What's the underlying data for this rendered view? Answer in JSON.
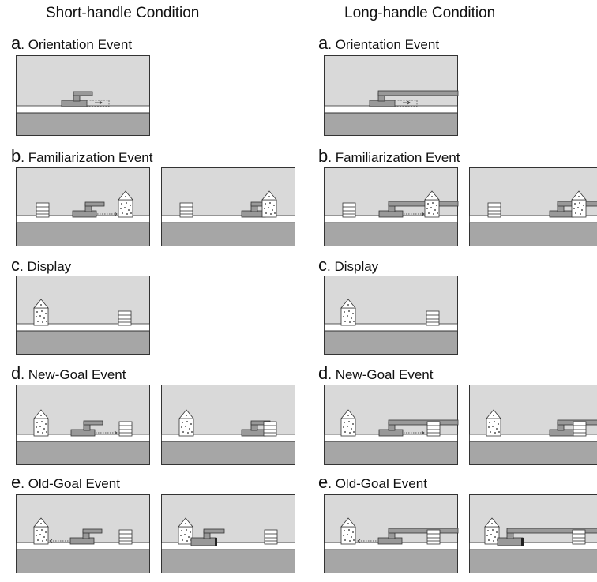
{
  "left": {
    "title": "Short-handle Condition",
    "sections": [
      {
        "letter": "a",
        "label": ". Orientation Event"
      },
      {
        "letter": "b",
        "label": ". Familiarization Event"
      },
      {
        "letter": "c",
        "label": ". Display"
      },
      {
        "letter": "d",
        "label": ". New-Goal Event"
      },
      {
        "letter": "e",
        "label": ". Old-Goal Event"
      }
    ]
  },
  "right": {
    "title": "Long-handle Condition",
    "sections": [
      {
        "letter": "a",
        "label": ". Orientation Event"
      },
      {
        "letter": "b",
        "label": ". Familiarization Event"
      },
      {
        "letter": "c",
        "label": ". Display"
      },
      {
        "letter": "d",
        "label": ". New-Goal Event"
      },
      {
        "letter": "e",
        "label": ". Old-Goal Event"
      }
    ]
  },
  "colors": {
    "wall": "#d9d9d9",
    "floor": "#a6a6a6",
    "shelf": "#ffffff",
    "outline": "#333333",
    "tool": "#999999"
  }
}
